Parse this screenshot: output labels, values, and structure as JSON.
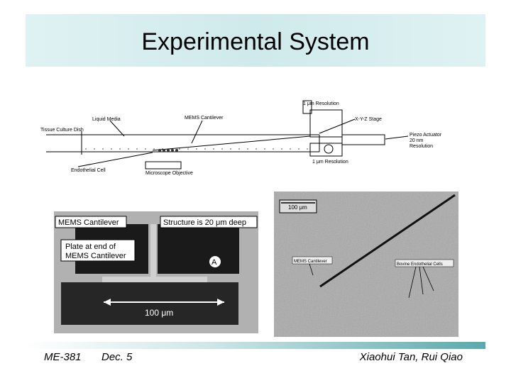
{
  "slide": {
    "title": "Experimental System"
  },
  "schematic": {
    "labels": {
      "resolution_top": "1 μm Resolution",
      "liquid_media": "Liquid Media",
      "mems_cantilever": "MEMS Cantilever",
      "xyz_stage": "X-Y-Z Stage",
      "tissue_culture_dish": "Tissue Culture Dish",
      "piezo_actuator": "Piezo Actuator",
      "piezo_resolution_value": "20 nm",
      "piezo_resolution": "Resolution",
      "resolution_bottom": "1 μm Resolution",
      "endothelial_cell": "Endothelial Cell",
      "microscope_objective": "Microscope Objective"
    }
  },
  "cantilever_photo": {
    "labels": {
      "mems_cantilever": "MEMS Cantilever",
      "structure_depth": "Structure is 20 μm deep",
      "plate_line1": "Plate at end of",
      "plate_line2": "MEMS Cantilever",
      "panel_letter": "A",
      "scale": "100 μm"
    }
  },
  "micrograph": {
    "labels": {
      "scale": "100 μm",
      "mems_cantilever": "MEMS Cantilever",
      "bovine_cells": "Bovine Endothelial Cells"
    }
  },
  "footer": {
    "course": "ME-381",
    "date": "Dec. 5",
    "authors": "Xiaohui Tan, Rui Qiao"
  },
  "colors": {
    "title_band": "#cfeaec",
    "footer_accent": "#5aa9ad"
  }
}
